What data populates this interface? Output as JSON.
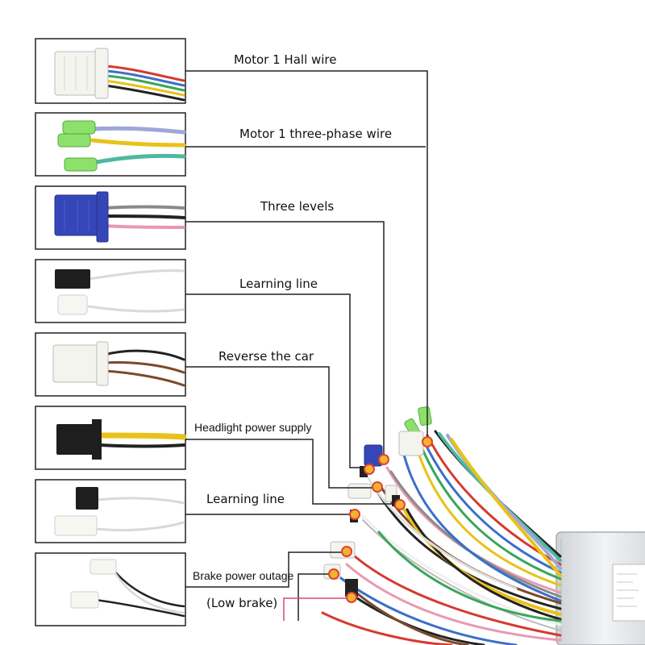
{
  "labels": {
    "motor_hall": "Motor 1 Hall wire",
    "motor_phase": "Motor 1 three-phase wire",
    "three_levels": "Three levels",
    "learning_1": "Learning line",
    "reverse": "Reverse the car",
    "headlight": "Headlight power supply",
    "learning_2": "Learning line",
    "brake": "Brake power outage",
    "low_brake": "(Low brake)"
  },
  "colors": {
    "wire_red": "#d63a2f",
    "wire_blue": "#3b6fc9",
    "wire_green": "#3aa65a",
    "wire_yellow": "#e8c21a",
    "wire_black": "#222222",
    "wire_brown": "#7a4a2a",
    "wire_pink": "#e79ab0",
    "wire_grey": "#8a8a8a",
    "wire_white": "#f0f0f0",
    "wire_lavender": "#9ea7d8",
    "wire_teal": "#4fb8a0",
    "marker": "#f2b233",
    "marker_ring": "#e0432f",
    "connector_blue": "#3547b8",
    "connector_green": "#8de06c",
    "leader_line": "#222222",
    "low_brake_line": "#d84a6a"
  }
}
